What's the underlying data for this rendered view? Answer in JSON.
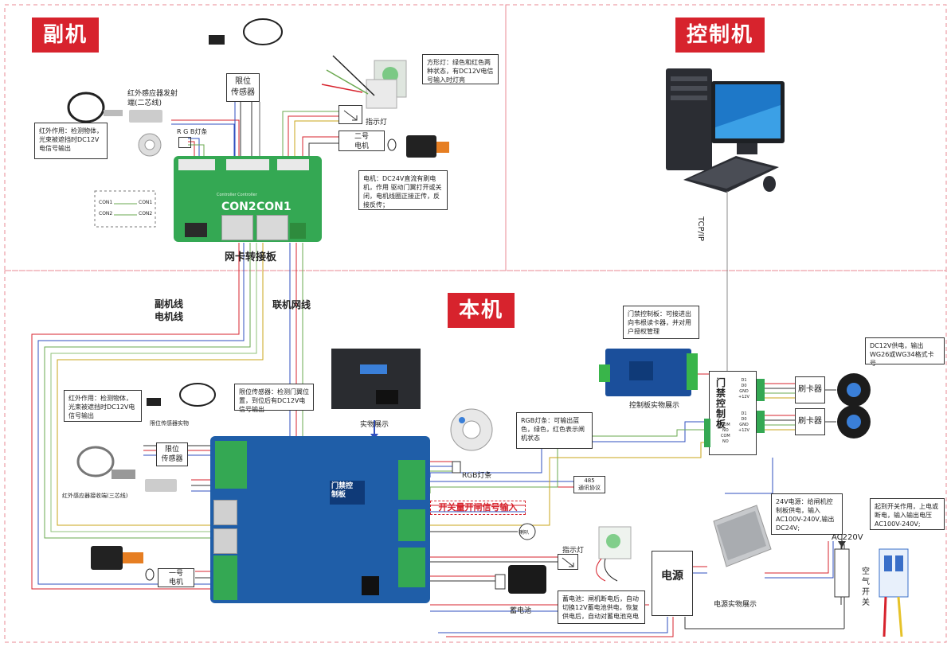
{
  "sections": {
    "aux": "副机",
    "ctrl": "控制机",
    "main": "本机"
  },
  "aux": {
    "limit_sensor": "限位\n传感器",
    "ir_emitter": "红外感应器发射\n端(二芯线)",
    "ir_note": "红外作用：检测物体，光束被遮挡时DC12V电信号输出",
    "rgb_strip": "R G B灯条",
    "square_light_note": "方形灯：绿色和红色两种状态，有DC12V电信号输入时灯亮",
    "indicator": "指示灯",
    "motor2": "二号\n电机",
    "motor_note": "电机：DC24V直流有刷电机，作用 驱动门翼打开或关闭，电机线圈正接正传，反接反传；",
    "con_labels": [
      "CON1",
      "CON1",
      "CON2",
      "CON2"
    ],
    "board_label_1": "CON2",
    "board_label_2": "CON1",
    "board_text": "Controller Controller",
    "adapter": "网卡转接板"
  },
  "ctrl": {
    "tcpip": "TCP/IP",
    "access_board_note": "门禁控制板：可接进出向韦根读卡器，并对用户授权管理",
    "access_board_caption": "控制板实物展示",
    "access_block": "门\n禁\n控\n制\n板",
    "access_pins_top": [
      "D1",
      "D0",
      "GND",
      "+12V"
    ],
    "access_pins_bottom": [
      "D1",
      "D0",
      "GND",
      "+12V"
    ],
    "access_pins_com": [
      "COM",
      "NO",
      "COM",
      "NO"
    ],
    "card_reader": "刷卡器",
    "card_reader_2": "刷卡器",
    "reader_note": "DC12V供电，输出WG26或WG34格式卡号"
  },
  "main": {
    "aux_line": "副机线\n电机线",
    "net_line": "联机网线",
    "ir_note": "红外作用：检测物体，光束被遮挡时DC12V电信号输出",
    "limit_sensor_caption": "限位传感器实物",
    "limit_sensor": "限位\n传感器",
    "limit_note": "限位传感器：检测门翼位置，到位后有DC12V电信号输出",
    "ir_receiver_caption": "红外感应器接收端(三芯线)",
    "display_caption": "实物展示",
    "rgb_note": "RGB灯条：可输出蓝色，绿色，红色表示闸机状态",
    "rgb_label": "RGB灯条",
    "rs485": "485\n通讯协议",
    "switch_input": "开关量开闸信号输入",
    "board_gate": "门禁控\n制板",
    "motor1": "一号\n电机",
    "indicator": "指示灯",
    "battery": "蓄电池",
    "battery_note": "蓄电池：闸机断电后，自动切换12V蓄电池供电，恢复供电后，自动对蓄电池充电",
    "buzzer": "喇叭"
  },
  "power": {
    "psu_note": "24V电源：给闸机控制板供电，输入AC100V-240V,输出DC24V;",
    "psu_label": "电源",
    "psu_caption": "电源实物展示",
    "ac": "AC220V",
    "breaker": "空\n气\n开\n关",
    "breaker_note": "起到开关作用，上电或断电，输入输出电压AC100V-240V;"
  }
}
